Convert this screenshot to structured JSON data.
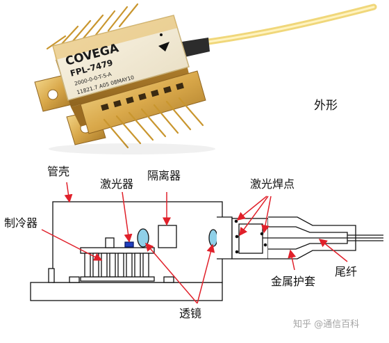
{
  "product": {
    "brand": "COVEGA",
    "model": "FPL-7479",
    "line1": "2000-0-0-T-S-A",
    "line2": "11821.7  A05  08MAY10"
  },
  "labels": {
    "appearance": "外形",
    "housing": "管壳",
    "laser": "激光器",
    "isolator": "隔离器",
    "cooler": "制冷器",
    "lens": "透镜",
    "solder_points": "激光焊点",
    "metal_sleeve": "金属护套",
    "fiber": "尾纤"
  },
  "watermark": "知乎 @通信百科",
  "colors": {
    "gold": "#d9a84a",
    "fiber": "#f0d77a",
    "lens": "#8fd0e8",
    "laser_chip": "#1f3fbf",
    "arrow": "#e0202a"
  }
}
